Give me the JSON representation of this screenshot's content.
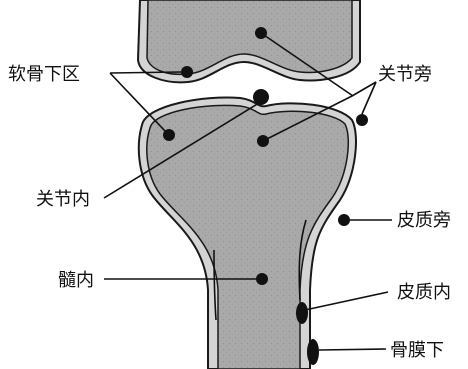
{
  "labels": {
    "subchondral": "软骨下区",
    "juxta_articular": "关节旁",
    "intra_articular": "关节内",
    "paracortical": "皮质旁",
    "intramedullary": "髓内",
    "intracortical": "皮质内",
    "subperiosteal": "骨膜下"
  },
  "colors": {
    "bone_fill": "#a8a8a8",
    "cortex": "#d6d6d6",
    "outline": "#1a1a1a",
    "text": "#111111"
  }
}
